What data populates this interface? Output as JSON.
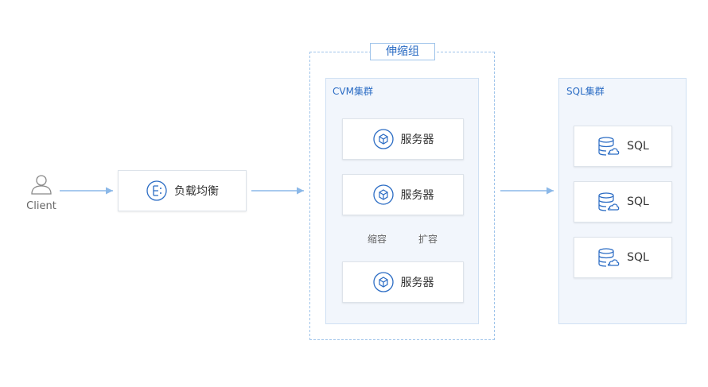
{
  "client": {
    "label": "Client",
    "icon": "user-icon"
  },
  "load_balancer": {
    "label": "负载均衡",
    "icon": "load-balancer-icon"
  },
  "scaling_group": {
    "title": "伸缩组"
  },
  "cvm_cluster": {
    "title": "CVM集群",
    "servers": [
      {
        "label": "服务器",
        "icon": "server-cube-icon"
      },
      {
        "label": "服务器",
        "icon": "server-cube-icon"
      },
      {
        "label": "服务器",
        "icon": "server-cube-icon"
      }
    ],
    "scale_in_label": "缩容",
    "scale_out_label": "扩容"
  },
  "sql_cluster": {
    "title": "SQL集群",
    "databases": [
      {
        "label": "SQL",
        "icon": "cloud-database-icon"
      },
      {
        "label": "SQL",
        "icon": "cloud-database-icon"
      },
      {
        "label": "SQL",
        "icon": "cloud-database-icon"
      }
    ]
  },
  "colors": {
    "accent": "#2b6cc4",
    "connector": "#8bb8e8",
    "cluster_fill": "#f2f6fc",
    "card_border": "#dde3ea"
  }
}
